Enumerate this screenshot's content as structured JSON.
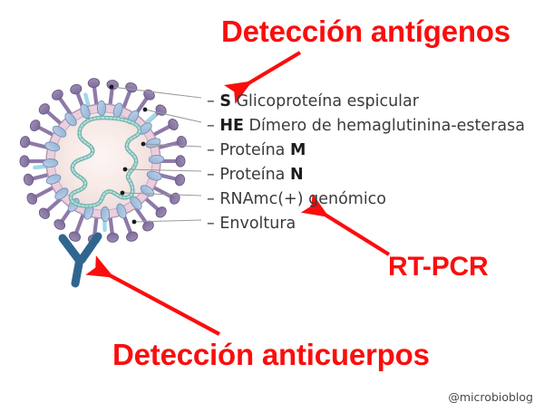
{
  "figure": {
    "subject": "Coronavirus structure and diagnostic test targets",
    "watermark": "@microbioblog"
  },
  "callouts": {
    "antigen_detection": "Detección antígenos",
    "rt_pcr": "RT-PCR",
    "antibody_detection": "Detección anticuerpos"
  },
  "components": [
    {
      "abbr": "S",
      "abbr_position": "before",
      "text": "Glicoproteína espicular"
    },
    {
      "abbr": "HE",
      "abbr_position": "before",
      "text": "Dímero de hemaglutinina-esterasa"
    },
    {
      "abbr": "M",
      "abbr_position": "after",
      "text": "Proteína"
    },
    {
      "abbr": "N",
      "abbr_position": "after",
      "text": "Proteína"
    },
    {
      "abbr": "",
      "abbr_position": "none",
      "text": "RNAmc(+) genómico"
    },
    {
      "abbr": "",
      "abbr_position": "none",
      "text": "Envoltura"
    }
  ],
  "icons": {
    "virion": "coronavirus-particle-icon",
    "antibody": "antibody-y-icon",
    "arrow_antigen": "red-arrow-down-left-icon",
    "arrow_rtpcr": "red-arrow-up-left-icon",
    "arrow_antibody": "red-arrow-up-left-icon"
  },
  "colors": {
    "callout_red": "#fb0d0d",
    "spike_purple": "#8d7aa8",
    "spike_head_purple": "#7d6a99",
    "membrane_pink": "#eccfdd",
    "interior_pink": "#f6e7e5",
    "m_protein_blue": "#a8c0dd",
    "he_dimer_cyan": "#9fd9e8",
    "rna_teal": "#6fb5ae",
    "antibody_blue": "#2f6690",
    "leader_line": "#9a9a9a",
    "label_text": "#3b3b3b"
  }
}
